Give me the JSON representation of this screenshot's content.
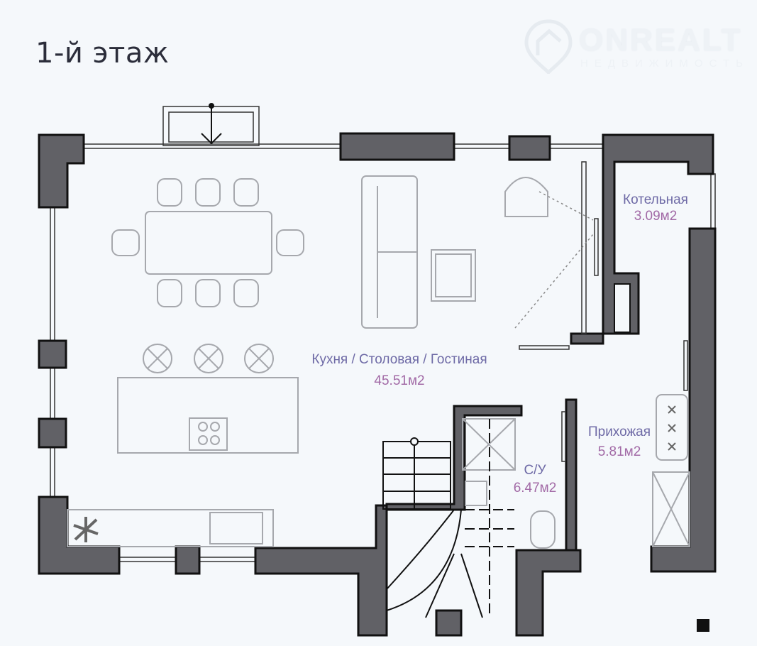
{
  "title": "1-й этаж",
  "logo": {
    "brand": "ONREALT",
    "subtitle": "НЕДВИЖИМОСТЬ"
  },
  "rooms": [
    {
      "name": "Кухня / Столовая / Гостиная",
      "area": "45.51м2"
    },
    {
      "name": "Котельная",
      "area": "3.09м2"
    },
    {
      "name": "Прихожая",
      "area": "5.81м2"
    },
    {
      "name": "С/У",
      "area": "6.47м2"
    }
  ],
  "colors": {
    "background": "#f5f8fb",
    "wall": "#616166",
    "room_label": "#6e6aa6",
    "area_label": "#a26aa6"
  }
}
